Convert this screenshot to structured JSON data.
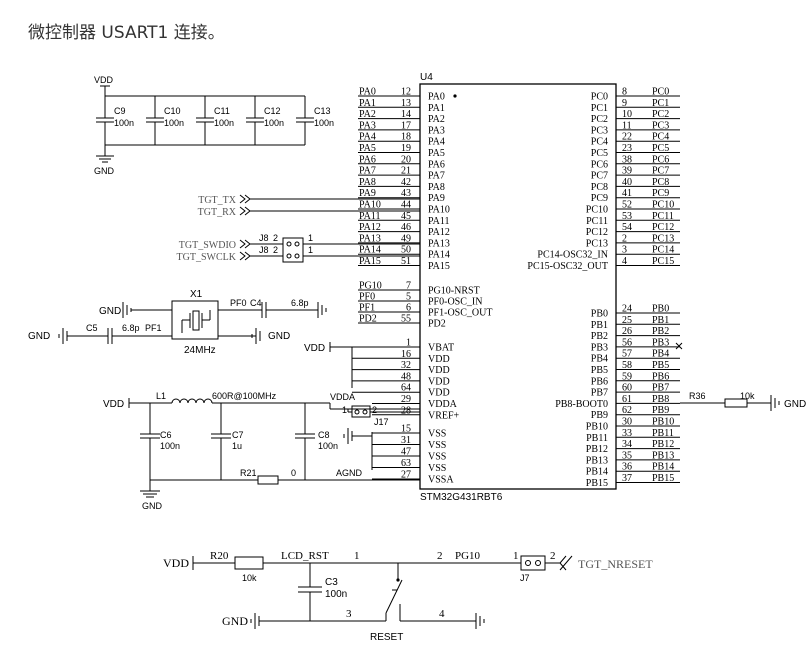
{
  "caption": "微控制器 USART1 连接。",
  "ic": {
    "ref": "U4",
    "part": "STM32G431RBT6",
    "left_pins": [
      {
        "net": "PA0",
        "num": "12",
        "name": "PA0"
      },
      {
        "net": "PA1",
        "num": "13",
        "name": "PA1"
      },
      {
        "net": "PA2",
        "num": "14",
        "name": "PA2"
      },
      {
        "net": "PA3",
        "num": "17",
        "name": "PA3"
      },
      {
        "net": "PA4",
        "num": "18",
        "name": "PA4"
      },
      {
        "net": "PA5",
        "num": "19",
        "name": "PA5"
      },
      {
        "net": "PA6",
        "num": "20",
        "name": "PA6"
      },
      {
        "net": "PA7",
        "num": "21",
        "name": "PA7"
      },
      {
        "net": "PA8",
        "num": "42",
        "name": "PA8"
      },
      {
        "net": "PA9",
        "num": "43",
        "name": "PA9"
      },
      {
        "net": "PA10",
        "num": "44",
        "name": "PA10"
      },
      {
        "net": "PA11",
        "num": "45",
        "name": "PA11"
      },
      {
        "net": "PA12",
        "num": "46",
        "name": "PA12"
      },
      {
        "net": "PA13",
        "num": "49",
        "name": "PA13"
      },
      {
        "net": "PA14",
        "num": "50",
        "name": "PA14"
      },
      {
        "net": "PA15",
        "num": "51",
        "name": "PA15"
      }
    ],
    "left_pins2": [
      {
        "net": "PG10",
        "num": "7",
        "name": "PG10-NRST"
      },
      {
        "net": "PF0",
        "num": "5",
        "name": "PF0-OSC_IN"
      },
      {
        "net": "PF1",
        "num": "6",
        "name": "PF1-OSC_OUT"
      },
      {
        "net": "PD2",
        "num": "55",
        "name": "PD2"
      }
    ],
    "power_pins": [
      {
        "num": "1",
        "name": "VBAT"
      },
      {
        "num": "16",
        "name": "VDD"
      },
      {
        "num": "32",
        "name": "VDD"
      },
      {
        "num": "48",
        "name": "VDD"
      },
      {
        "num": "64",
        "name": "VDD"
      },
      {
        "num": "29",
        "name": "VDDA"
      },
      {
        "num": "28",
        "name": "VREF+"
      }
    ],
    "gnd_pins": [
      {
        "num": "15",
        "name": "VSS"
      },
      {
        "num": "31",
        "name": "VSS"
      },
      {
        "num": "47",
        "name": "VSS"
      },
      {
        "num": "63",
        "name": "VSS"
      },
      {
        "num": "27",
        "name": "VSSA"
      }
    ],
    "right_pins_c": [
      {
        "name": "PC0",
        "num": "8",
        "net": "PC0"
      },
      {
        "name": "PC1",
        "num": "9",
        "net": "PC1"
      },
      {
        "name": "PC2",
        "num": "10",
        "net": "PC2"
      },
      {
        "name": "PC3",
        "num": "11",
        "net": "PC3"
      },
      {
        "name": "PC4",
        "num": "22",
        "net": "PC4"
      },
      {
        "name": "PC5",
        "num": "23",
        "net": "PC5"
      },
      {
        "name": "PC6",
        "num": "38",
        "net": "PC6"
      },
      {
        "name": "PC7",
        "num": "39",
        "net": "PC7"
      },
      {
        "name": "PC8",
        "num": "40",
        "net": "PC8"
      },
      {
        "name": "PC9",
        "num": "41",
        "net": "PC9"
      },
      {
        "name": "PC10",
        "num": "52",
        "net": "PC10"
      },
      {
        "name": "PC11",
        "num": "53",
        "net": "PC11"
      },
      {
        "name": "PC12",
        "num": "54",
        "net": "PC12"
      },
      {
        "name": "PC13",
        "num": "2",
        "net": "PC13"
      },
      {
        "name": "PC14-OSC32_IN",
        "num": "3",
        "net": "PC14"
      },
      {
        "name": "PC15-OSC32_OUT",
        "num": "4",
        "net": "PC15"
      }
    ],
    "right_pins_b": [
      {
        "name": "PB0",
        "num": "24",
        "net": "PB0"
      },
      {
        "name": "PB1",
        "num": "25",
        "net": "PB1"
      },
      {
        "name": "PB2",
        "num": "26",
        "net": "PB2"
      },
      {
        "name": "PB3",
        "num": "56",
        "net": "PB3"
      },
      {
        "name": "PB4",
        "num": "57",
        "net": "PB4"
      },
      {
        "name": "PB5",
        "num": "58",
        "net": "PB5"
      },
      {
        "name": "PB6",
        "num": "59",
        "net": "PB6"
      },
      {
        "name": "PB7",
        "num": "60",
        "net": "PB7"
      },
      {
        "name": "PB8-BOOT0",
        "num": "61",
        "net": "PB8"
      },
      {
        "name": "PB9",
        "num": "62",
        "net": "PB9"
      },
      {
        "name": "PB10",
        "num": "30",
        "net": "PB10"
      },
      {
        "name": "PB11",
        "num": "33",
        "net": "PB11"
      },
      {
        "name": "PB12",
        "num": "34",
        "net": "PB12"
      },
      {
        "name": "PB13",
        "num": "35",
        "net": "PB13"
      },
      {
        "name": "PB14",
        "num": "36",
        "net": "PB14"
      },
      {
        "name": "PB15",
        "num": "37",
        "net": "PB15"
      }
    ]
  },
  "decoupling": {
    "vdd": "VDD",
    "gnd": "GND",
    "caps": [
      {
        "ref": "C9",
        "val": "100n"
      },
      {
        "ref": "C10",
        "val": "100n"
      },
      {
        "ref": "C11",
        "val": "100n"
      },
      {
        "ref": "C12",
        "val": "100n"
      },
      {
        "ref": "C13",
        "val": "100n"
      }
    ]
  },
  "usart": {
    "tx": "TGT_TX",
    "rx": "TGT_RX"
  },
  "swd": {
    "j8a": "J8",
    "j8b": "J8",
    "pin2a": "2",
    "pin2b": "2",
    "pin1a": "1",
    "pin1b": "1",
    "swdio": "TGT_SWDIO",
    "swclk": "TGT_SWCLK"
  },
  "crystal": {
    "ref": "X1",
    "freq": "24MHz",
    "gnd_left": "GND",
    "gnd_right": "GND",
    "c4_net": "PF0",
    "c4_ref": "C4",
    "c4_val": "6.8p",
    "c5_ref": "C5",
    "c5_val": "6.8p",
    "c5_net": "PF1",
    "gnd_c5": "GND"
  },
  "power": {
    "vdd_vbat": "VDD",
    "vdd_l1": "VDD",
    "l1_ref": "L1",
    "l1_val": "600R@100MHz",
    "vdda": "VDDA",
    "j17": "J17",
    "j17_p1": "1",
    "j17_p2": "2",
    "c6_ref": "C6",
    "c6_val": "100n",
    "c7_ref": "C7",
    "c7_val": "1u",
    "c8_ref": "C8",
    "c8_val": "100n",
    "r21_ref": "R21",
    "r21_val": "0",
    "agnd": "AGND",
    "gnd": "GND"
  },
  "boot": {
    "r36_ref": "R36",
    "r36_val": "10k",
    "gnd": "GND"
  },
  "reset": {
    "vdd": "VDD",
    "r20_ref": "R20",
    "r20_val": "10k",
    "net": "LCD_RST",
    "pin1": "1",
    "pin2": "2",
    "pg10": "PG10",
    "j7_p1": "1",
    "j7_p2": "2",
    "j7": "J7",
    "nreset": "TGT_NRESET",
    "c3_ref": "C3",
    "c3_val": "100n",
    "gnd": "GND",
    "pin3": "3",
    "pin4": "4",
    "label": "RESET"
  }
}
